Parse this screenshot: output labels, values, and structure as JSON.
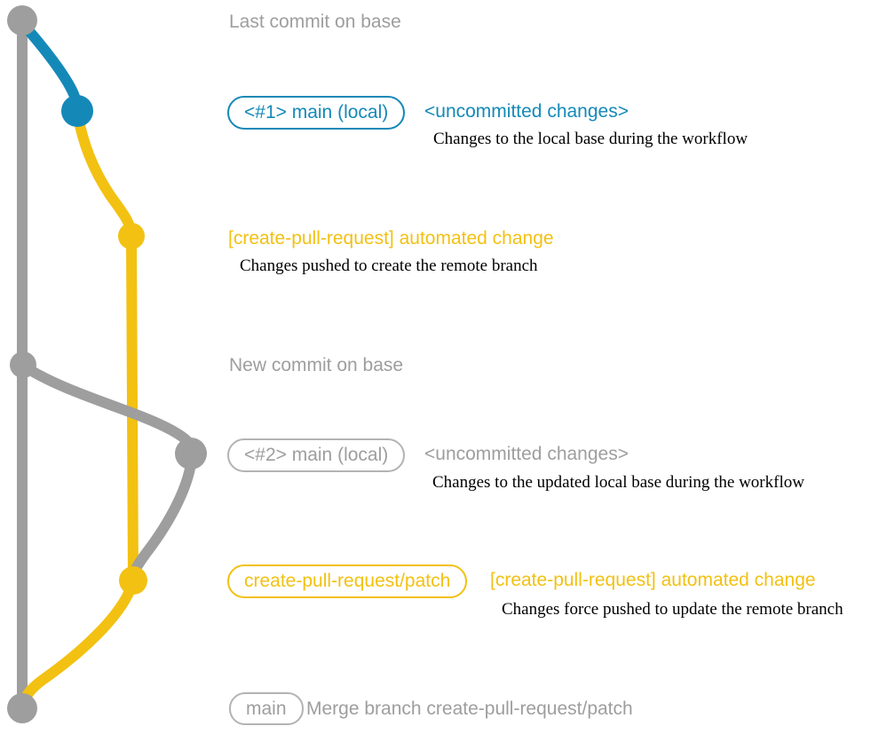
{
  "colors": {
    "gray": "#9e9e9e",
    "gray_border": "#b3b3b3",
    "teal": "#1489b8",
    "yellow": "#f2c112",
    "ink": "#000000",
    "bg": "#ffffff"
  },
  "graph": {
    "branch_colors": {
      "base": "#9e9e9e",
      "local_main": "#1489b8",
      "create_pull_request_patch": "#f2c112"
    },
    "commit_dots": [
      {
        "name": "last-commit-on-base",
        "color": "#9e9e9e"
      },
      {
        "name": "uncommitted-changes-1",
        "color": "#1489b8"
      },
      {
        "name": "automated-change-1",
        "color": "#f2c112"
      },
      {
        "name": "new-commit-on-base",
        "color": "#9e9e9e"
      },
      {
        "name": "uncommitted-changes-2",
        "color": "#9e9e9e"
      },
      {
        "name": "automated-change-2",
        "color": "#f2c112"
      },
      {
        "name": "merge-commit",
        "color": "#9e9e9e"
      }
    ]
  },
  "labels": {
    "top": "Last commit on base",
    "mid": "New commit on base"
  },
  "row1": {
    "badge": "<#1> main (local)",
    "title": "<uncommitted changes>",
    "desc": "Changes to the local base during the workflow"
  },
  "row2": {
    "title": "[create-pull-request] automated change",
    "desc": "Changes pushed to create the remote branch"
  },
  "row3": {
    "badge": "<#2> main (local)",
    "title": "<uncommitted changes>",
    "desc": "Changes to the updated local base during the workflow"
  },
  "row4": {
    "badge": "create-pull-request/patch",
    "title": "[create-pull-request] automated change",
    "desc": "Changes force pushed to update the remote branch"
  },
  "row5": {
    "badge": "main",
    "title": "Merge branch create-pull-request/patch"
  }
}
